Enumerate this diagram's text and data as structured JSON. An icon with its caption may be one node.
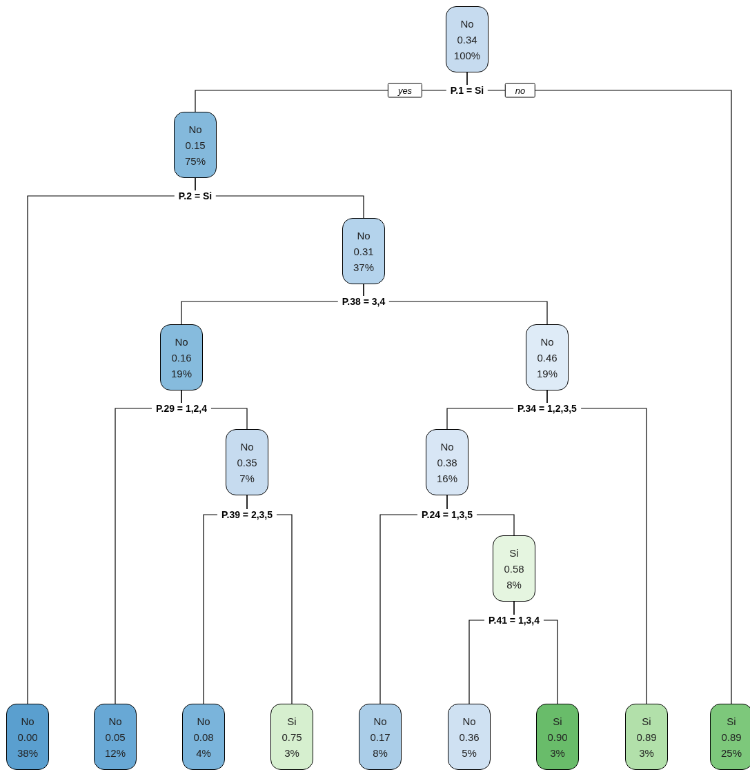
{
  "diagram": {
    "nodes": [
      {
        "text": [
          "No",
          "0.34",
          "100%"
        ]
      },
      {
        "text": [
          "No",
          "0.15",
          "75%"
        ]
      },
      {
        "text": [
          "No",
          "0.31",
          "37%"
        ]
      },
      {
        "text": [
          "No",
          "0.16",
          "19%"
        ]
      },
      {
        "text": [
          "No",
          "0.46",
          "19%"
        ]
      },
      {
        "text": [
          "No",
          "0.35",
          "7%"
        ]
      },
      {
        "text": [
          "No",
          "0.38",
          "16%"
        ]
      },
      {
        "text": [
          "Si",
          "0.58",
          "8%"
        ]
      },
      {
        "text": [
          "No",
          "0.00",
          "38%"
        ]
      },
      {
        "text": [
          "No",
          "0.05",
          "12%"
        ]
      },
      {
        "text": [
          "No",
          "0.08",
          "4%"
        ]
      },
      {
        "text": [
          "Si",
          "0.75",
          "3%"
        ]
      },
      {
        "text": [
          "No",
          "0.17",
          "8%"
        ]
      },
      {
        "text": [
          "No",
          "0.36",
          "5%"
        ]
      },
      {
        "text": [
          "Si",
          "0.90",
          "3%"
        ]
      },
      {
        "text": [
          "Si",
          "0.89",
          "3%"
        ]
      },
      {
        "text": [
          "Si",
          "0.89",
          "25%"
        ]
      }
    ],
    "edges": [
      {
        "from": 0,
        "to": 1,
        "arrow": "none",
        "label": "yes"
      },
      {
        "from": 0,
        "to": 16,
        "arrow": "none",
        "label": "no"
      },
      {
        "from": 1,
        "to": 8,
        "arrow": "none"
      },
      {
        "from": 1,
        "to": 2,
        "arrow": "none"
      },
      {
        "from": 2,
        "to": 3,
        "arrow": "none"
      },
      {
        "from": 2,
        "to": 4,
        "arrow": "none"
      },
      {
        "from": 3,
        "to": 9,
        "arrow": "none"
      },
      {
        "from": 3,
        "to": 5,
        "arrow": "none"
      },
      {
        "from": 5,
        "to": 10,
        "arrow": "none"
      },
      {
        "from": 5,
        "to": 11,
        "arrow": "none"
      },
      {
        "from": 4,
        "to": 6,
        "arrow": "none"
      },
      {
        "from": 4,
        "to": 15,
        "arrow": "none"
      },
      {
        "from": 6,
        "to": 12,
        "arrow": "none"
      },
      {
        "from": 6,
        "to": 7,
        "arrow": "none"
      },
      {
        "from": 7,
        "to": 13,
        "arrow": "none"
      },
      {
        "from": 7,
        "to": 14,
        "arrow": "none"
      }
    ],
    "labels": [
      "P.1 = Si",
      "P.2 = Si",
      "P.38 = 3,4",
      "P.29 = 1,2,4",
      "P.34 = 1,2,3,5",
      "P.39 = 2,3,5",
      "P.24 = 1,3,5",
      "P.41 = 1,3,4"
    ]
  }
}
